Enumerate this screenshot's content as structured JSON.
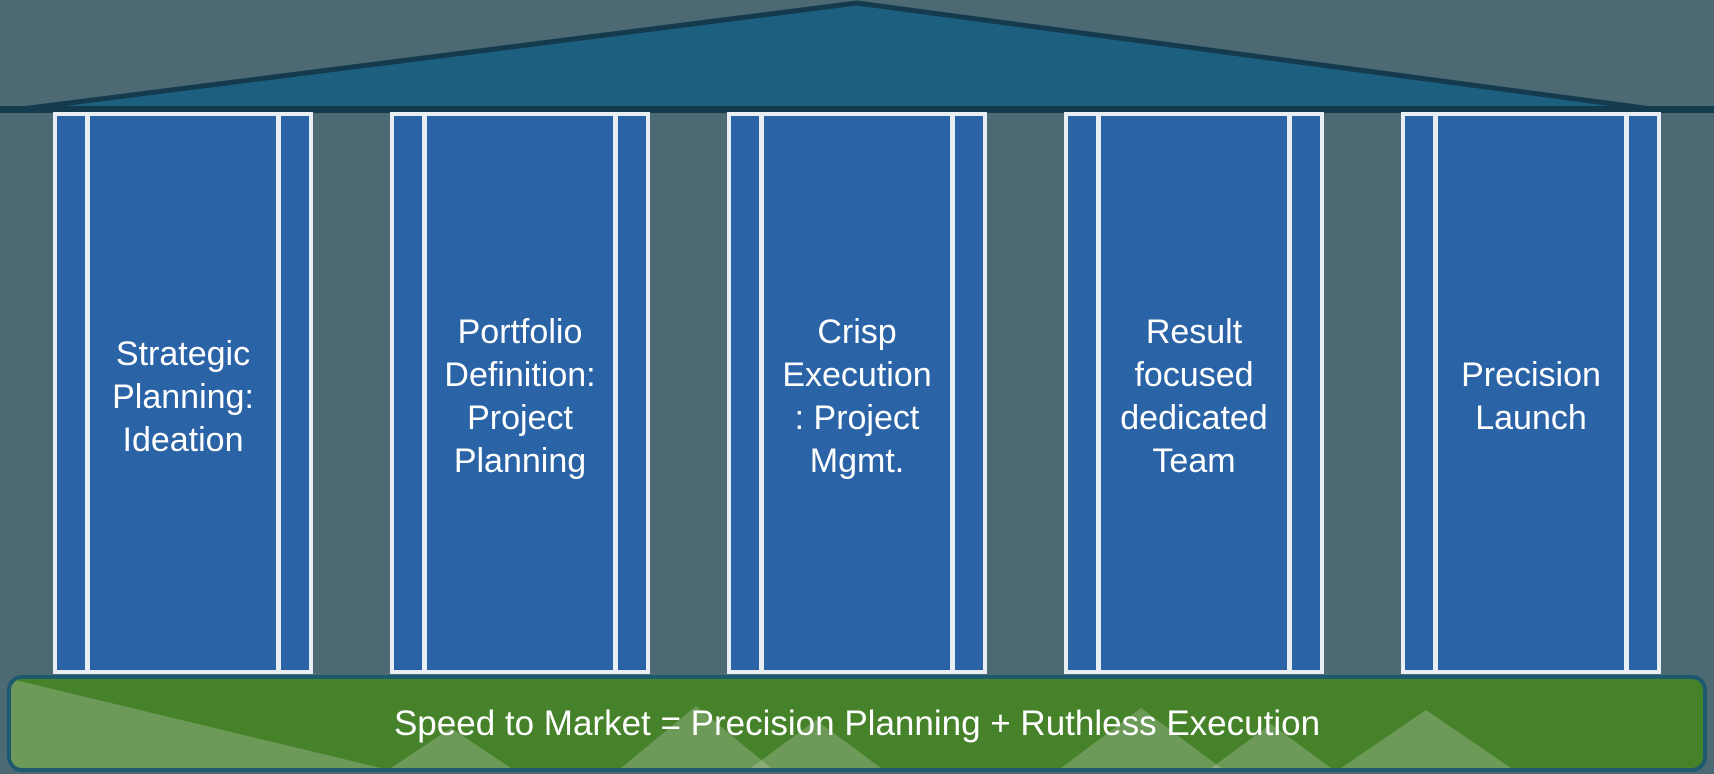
{
  "diagram": {
    "title": "speed-to-market-temple",
    "pillars": [
      {
        "label": "Strategic\nPlanning:\nIdeation"
      },
      {
        "label": "Portfolio\nDefinition:\nProject\nPlanning"
      },
      {
        "label": "Crisp\nExecution\n: Project\nMgmt."
      },
      {
        "label": "Result\nfocused\ndedicated\nTeam"
      },
      {
        "label": "Precision\nLaunch"
      }
    ],
    "base_caption": "Speed to Market = Precision Planning + Ruthless Execution",
    "colors": {
      "background": "#4d6973",
      "roof_fill": "#1c5f7e",
      "roof_outline": "#143a4e",
      "pillar_blue": "#2a63a6",
      "pillar_frame_white": "#e8eef4",
      "base_green": "#45822a",
      "base_border": "#1d5a70",
      "text_white": "#ffffff"
    }
  }
}
